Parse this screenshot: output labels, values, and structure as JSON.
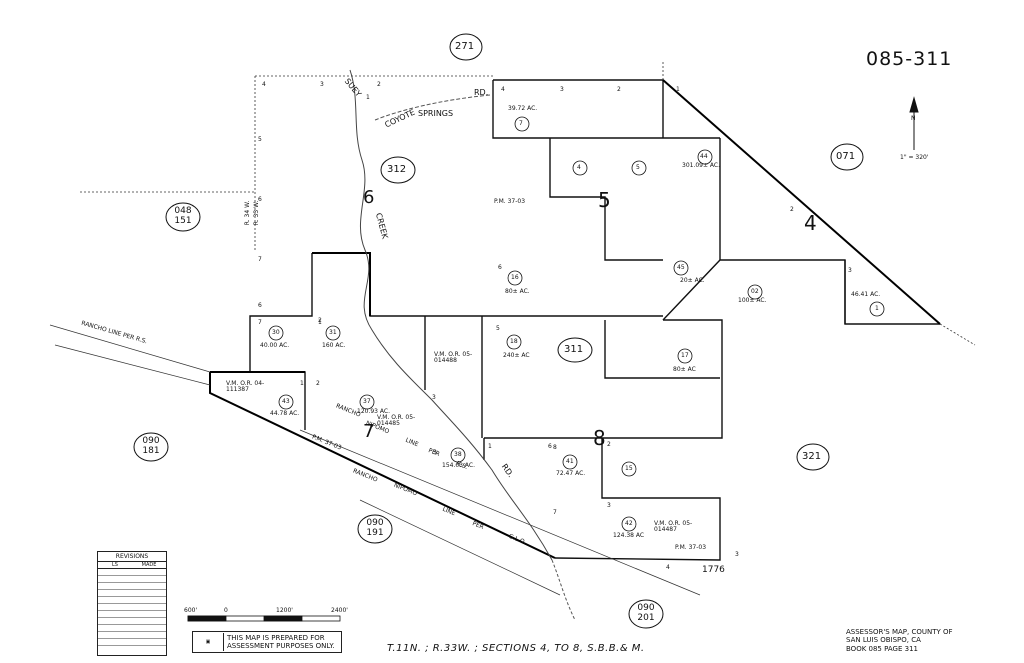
{
  "book_number": "085-311",
  "scale_label": "1\" = 320'",
  "north_label": "N",
  "footer": "T.11N. ; R.33W. ; SECTIONS 4, TO 8, S.B.B.& M.",
  "county_note": [
    "ASSESSOR'S MAP, COUNTY OF",
    "SAN LUIS OBISPO, CA",
    "BOOK 085 PAGE 311"
  ],
  "purpose_note": [
    "THIS MAP IS PREPARED FOR",
    "ASSESSMENT PURPOSES ONLY."
  ],
  "revisions": {
    "title": "REVISIONS",
    "cols": [
      "LS",
      "MADE"
    ]
  },
  "scale_bar": {
    "ticks": [
      "600'",
      "0",
      "1200'",
      "2400'"
    ]
  },
  "sections": [
    "6",
    "5",
    "4",
    "7",
    "8"
  ],
  "page_circles": [
    "271",
    "312",
    "311",
    "071",
    "321",
    "048 151",
    "090 181",
    "090 191",
    "090 201"
  ],
  "parcels": [
    {
      "num": "7",
      "area": "39.72 AC."
    },
    {
      "num": "4",
      "area": ""
    },
    {
      "num": "5",
      "area": ""
    },
    {
      "num": "44",
      "area": "301.09± AC."
    },
    {
      "num": "16",
      "area": "80± AC."
    },
    {
      "num": "45",
      "area": "20± AC."
    },
    {
      "num": "02",
      "area": "100± AC."
    },
    {
      "num": "1",
      "area": "46.41 AC."
    },
    {
      "num": "30",
      "area": "40.00 AC."
    },
    {
      "num": "31",
      "area": "160 AC."
    },
    {
      "num": "18",
      "area": "240± AC"
    },
    {
      "num": "17",
      "area": "80± AC"
    },
    {
      "num": "43",
      "area": "44.78 AC."
    },
    {
      "num": "37",
      "area": "120.93 AC."
    },
    {
      "num": "38",
      "area": "154.03 AC."
    },
    {
      "num": "41",
      "area": "72.47 AC."
    },
    {
      "num": "15",
      "area": ""
    },
    {
      "num": "42",
      "area": "124.38 AC"
    }
  ],
  "road_labels": [
    "SUEY",
    "COYOTE",
    "SPRINGS",
    "RD.",
    "CREEK",
    "RD."
  ],
  "line_labels": [
    "RANCHO LINE PER R.S.",
    "RANCHO",
    "NIPOMO",
    "LINE",
    "PER",
    "R.S.",
    "RANCHO",
    "NIPOMO",
    "LINE",
    "PER",
    "G.L.O."
  ],
  "vm_labels": [
    "V.M. O.R. 05-014488",
    "V.M. O.R. 04-111387",
    "V.M. O.R. 05-014485",
    "V.M. O.R. 05-014487"
  ],
  "pm_labels": [
    "P.M. 37-03",
    "P.M. 37-03",
    "P.M. 37-03"
  ],
  "edge_labels": [
    "1776",
    "R. 34 W.",
    "R. 33 W."
  ],
  "lot_numbers": [
    "4",
    "3",
    "2",
    "1",
    "4",
    "3",
    "2",
    "1",
    "5",
    "6",
    "7",
    "6",
    "7",
    "1",
    "2",
    "1",
    "5",
    "6",
    "8",
    "3",
    "2",
    "3",
    "1",
    "2",
    "3",
    "4",
    "6",
    "7",
    "3",
    "2",
    "3"
  ]
}
